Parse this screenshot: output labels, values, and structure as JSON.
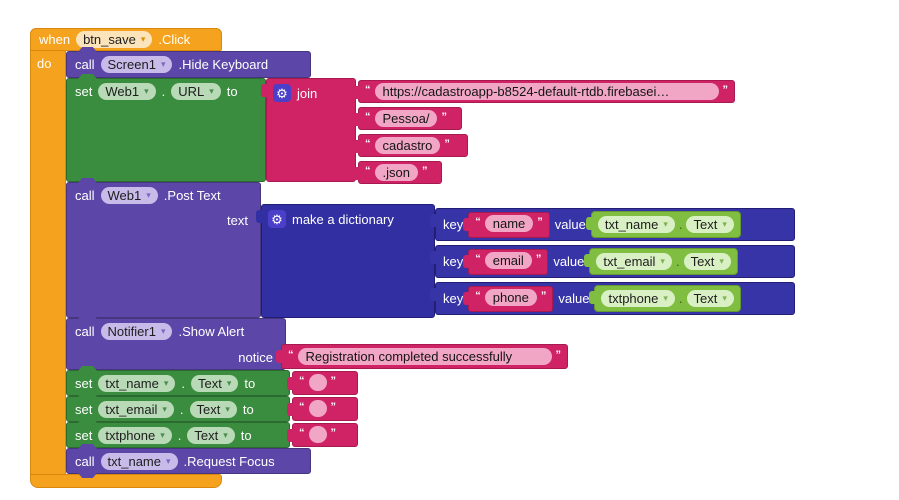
{
  "glyphs": {
    "dropdown_arrow": "▾",
    "gear": "⚙",
    "quote_open": "“",
    "quote_close": "”"
  },
  "colors": {
    "event": "#F5A21E",
    "event_border": "#D9880E",
    "method": "#5C46A8",
    "method_border": "#46357F",
    "setter": "#3A8C3F",
    "setter_border": "#2C6B30",
    "getter": "#7FBE40",
    "getter_border": "#65982F",
    "text_pink": "#CF2365",
    "text_pink_border": "#A61A50",
    "text_field": "#F2A6C6",
    "dictionary": "#322FA2",
    "dictionary_border": "#221E73",
    "pair": "#3734A8",
    "gear_badge": "#4B3FC9"
  },
  "when_block": {
    "keyword": "when",
    "component": "btn_save",
    "event": ".Click",
    "do": "do"
  },
  "hide_keyboard": {
    "keyword": "call",
    "component": "Screen1",
    "method": ".Hide Keyboard"
  },
  "set_url": {
    "keyword": "set",
    "component": "Web1",
    "separator": ".",
    "property": "URL",
    "to": "to"
  },
  "join": {
    "label": "join",
    "items": [
      "https://cadastroapp-b8524-default-rtdb.firebasei…",
      "Pessoa/",
      "cadastro",
      ".json"
    ]
  },
  "post_text": {
    "keyword": "call",
    "component": "Web1",
    "method": ".Post Text",
    "param": "text"
  },
  "dictionary": {
    "label": "make a dictionary",
    "key_label": "key",
    "value_label": "value",
    "separator": ".",
    "pairs": [
      {
        "key": "name",
        "component": "txt_name",
        "property": "Text"
      },
      {
        "key": "email",
        "component": "txt_email",
        "property": "Text"
      },
      {
        "key": "phone",
        "component": "txtphone",
        "property": "Text"
      }
    ]
  },
  "show_alert": {
    "keyword": "call",
    "component": "Notifier1",
    "method": ".Show Alert",
    "param": "notice",
    "message": "Registration completed successfully"
  },
  "clear_fields": {
    "keyword": "set",
    "separator": ".",
    "to": "to",
    "empty": "",
    "rows": [
      {
        "component": "txt_name",
        "property": "Text"
      },
      {
        "component": "txt_email",
        "property": "Text"
      },
      {
        "component": "txtphone",
        "property": "Text"
      }
    ]
  },
  "request_focus": {
    "keyword": "call",
    "component": "txt_name",
    "method": ".Request Focus"
  }
}
